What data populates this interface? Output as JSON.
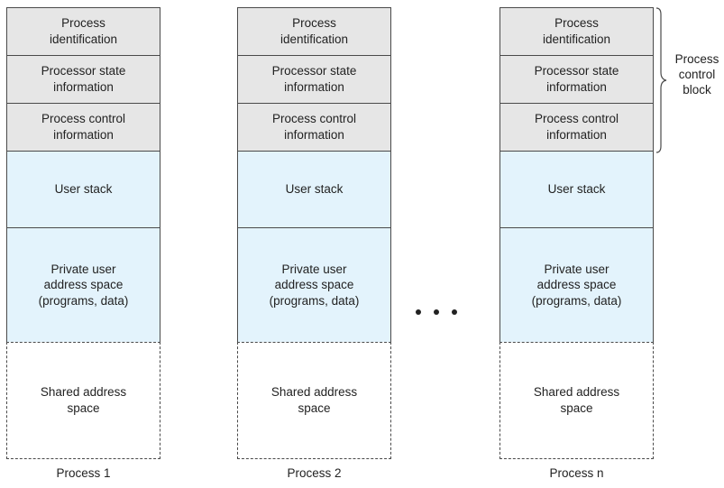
{
  "processes": [
    {
      "pcb": [
        "Process\nidentification",
        "Processor state\ninformation",
        "Process control\ninformation"
      ],
      "user_stack": "User stack",
      "private_space": "Private user\naddress space\n(programs, data)",
      "shared_space": "Shared address\nspace",
      "caption": "Process 1"
    },
    {
      "pcb": [
        "Process\nidentification",
        "Processor state\ninformation",
        "Process control\ninformation"
      ],
      "user_stack": "User stack",
      "private_space": "Private user\naddress space\n(programs, data)",
      "shared_space": "Shared address\nspace",
      "caption": "Process 2"
    },
    {
      "pcb": [
        "Process\nidentification",
        "Processor state\ninformation",
        "Process control\ninformation"
      ],
      "user_stack": "User stack",
      "private_space": "Private user\naddress space\n(programs, data)",
      "shared_space": "Shared address\nspace",
      "caption": "Process n"
    }
  ],
  "pcb_label": "Process\ncontrol\nblock",
  "colors": {
    "pcb_fill": "#e6e6e6",
    "user_fill": "#e3f3fc",
    "border": "#4a4a4a"
  }
}
